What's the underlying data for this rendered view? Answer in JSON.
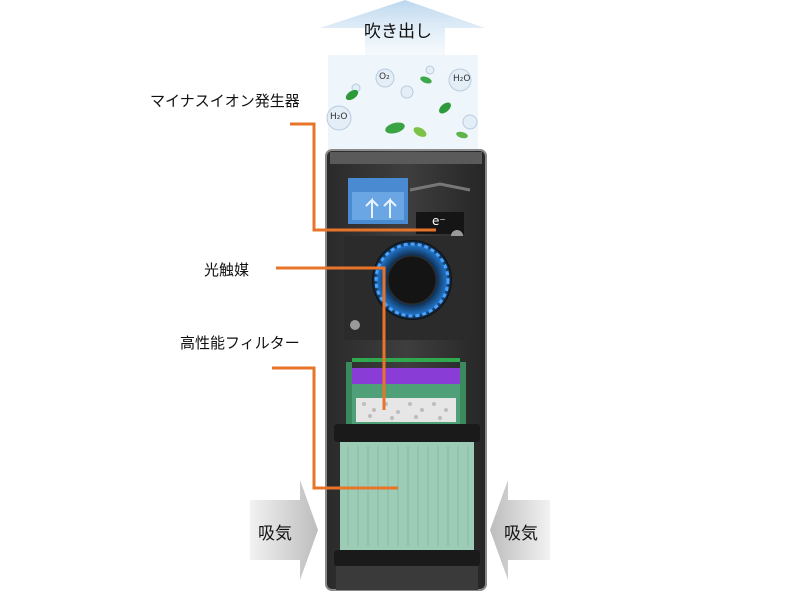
{
  "labels": {
    "outlet": "吹き出し",
    "ion_generator": "マイナスイオン発生器",
    "photocatalyst": "光触媒",
    "hepa_filter": "高性能フィルター",
    "intake_left": "吸気",
    "intake_right": "吸気"
  },
  "symbols": {
    "electron": "e⁻",
    "water_1": "H₂O",
    "water_2": "H₂O",
    "oxygen": "O₂"
  },
  "colors": {
    "leader_line": "#e8742a",
    "outlet_arrow": "#cfe3f3",
    "intake_arrow": "#dcdcdc",
    "filter": "#9ccbb6",
    "uv": "#8a3dd6",
    "fan_glow": "#2f8fe0"
  }
}
